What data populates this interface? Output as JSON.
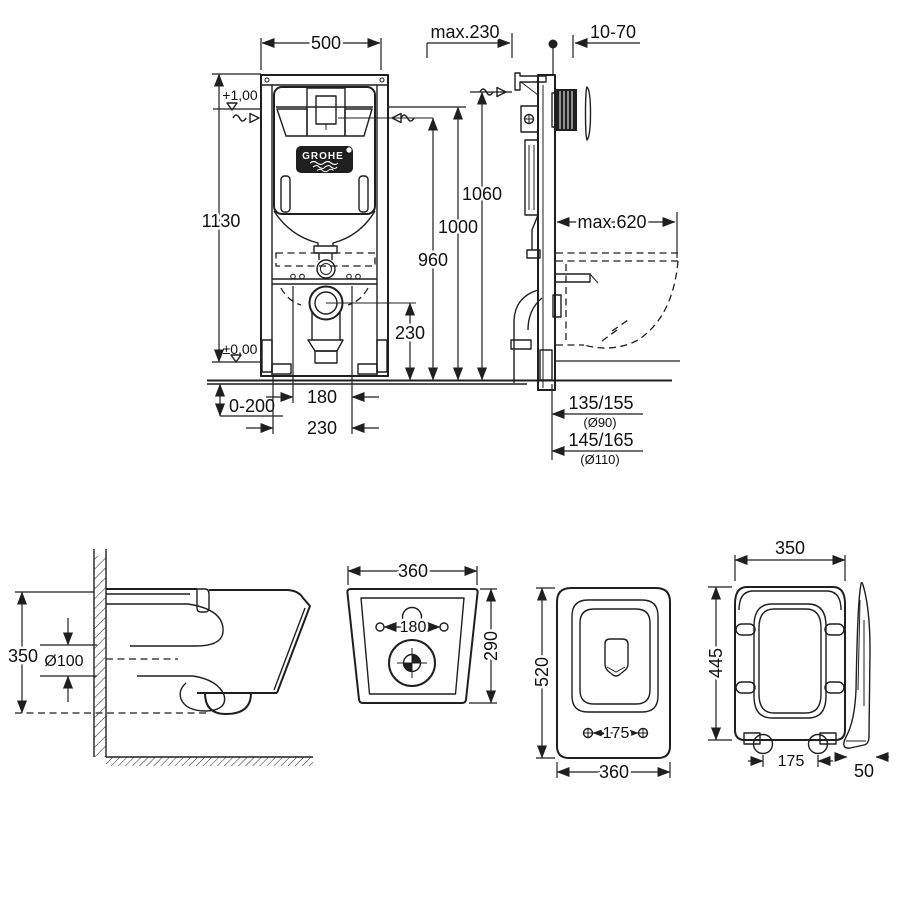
{
  "brand": {
    "name": "GROHE"
  },
  "frame_front": {
    "width_top": "500",
    "height_overall": "1130",
    "supply_level": "+1,00",
    "floor_level": "±0,00",
    "foot_adjust_range": "0-200",
    "bolt_spacing": "180",
    "outlet_offset": "230",
    "outlet_height": "230"
  },
  "frame_side": {
    "install_depth_max": "max.230",
    "finish_range": "10-70",
    "supply_height": "1060",
    "cistern_height": "1000",
    "inlet_height": "960",
    "bowl_clearance": "max.620",
    "outlet90": "135/155",
    "outlet90_dia": "(Ø90)",
    "outlet110": "145/165",
    "outlet110_dia": "(Ø110)"
  },
  "bowl_side": {
    "height": "350",
    "outlet_dia": "Ø100"
  },
  "bowl_rear": {
    "width": "360",
    "inlet_spacing": "180",
    "height": "290"
  },
  "bowl_top": {
    "depth": "520",
    "fixing_spacing": "175",
    "width": "360"
  },
  "seat": {
    "width": "350",
    "depth": "445",
    "hinge_spacing": "175",
    "thickness": "50"
  }
}
